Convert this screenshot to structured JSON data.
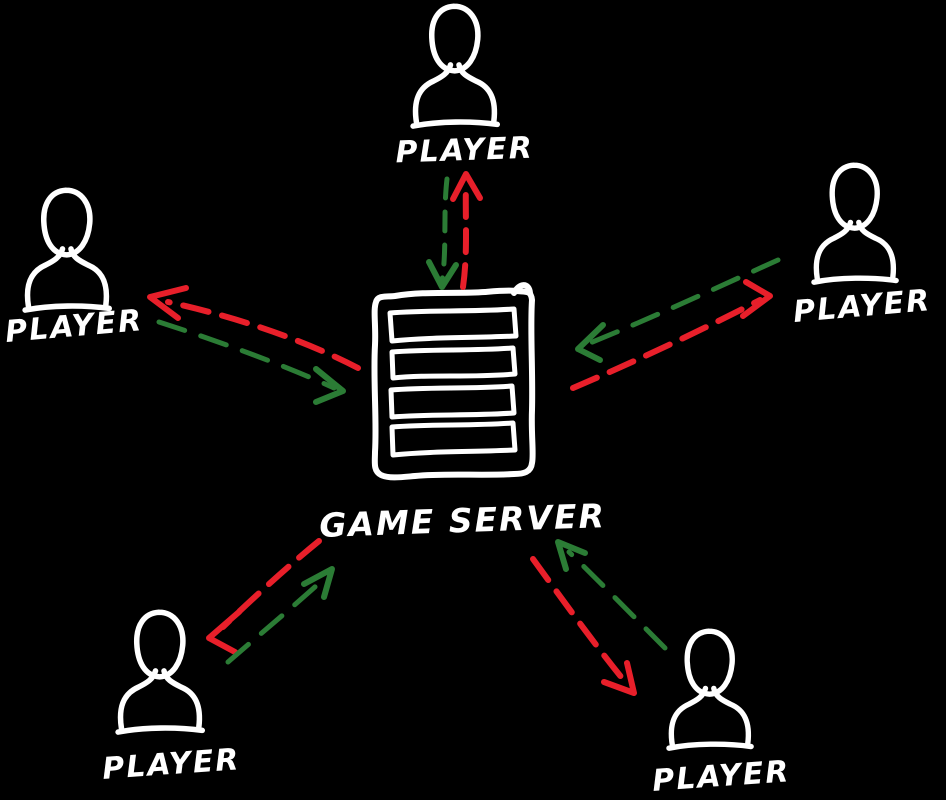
{
  "canvas": {
    "background": "#000000",
    "ink": "#ffffff"
  },
  "colors": {
    "player_to_server": "#2b7c35",
    "server_to_player": "#e81f2a",
    "outline": "#ffffff"
  },
  "server": {
    "label": "GAME SERVER",
    "icon": "server-rack-icon"
  },
  "players": {
    "top": {
      "label": "PLAYER",
      "icon": "person-icon"
    },
    "left": {
      "label": "PLAYER",
      "icon": "person-icon"
    },
    "right": {
      "label": "PLAYER",
      "icon": "person-icon"
    },
    "bottom_left": {
      "label": "PLAYER",
      "icon": "person-icon"
    },
    "bottom_right": {
      "label": "PLAYER",
      "icon": "person-icon"
    }
  },
  "connections": [
    {
      "from": "player-top",
      "to": "game-server",
      "color_key": "player_to_server",
      "style": "dashed-arrow"
    },
    {
      "from": "game-server",
      "to": "player-top",
      "color_key": "server_to_player",
      "style": "dashed-arrow"
    },
    {
      "from": "player-left",
      "to": "game-server",
      "color_key": "player_to_server",
      "style": "dashed-arrow"
    },
    {
      "from": "game-server",
      "to": "player-left",
      "color_key": "server_to_player",
      "style": "dashed-arrow"
    },
    {
      "from": "player-right",
      "to": "game-server",
      "color_key": "player_to_server",
      "style": "dashed-arrow"
    },
    {
      "from": "game-server",
      "to": "player-right",
      "color_key": "server_to_player",
      "style": "dashed-arrow"
    },
    {
      "from": "player-bottom-left",
      "to": "game-server",
      "color_key": "player_to_server",
      "style": "dashed-arrow"
    },
    {
      "from": "game-server",
      "to": "player-bottom-left",
      "color_key": "server_to_player",
      "style": "dashed-arrow"
    },
    {
      "from": "player-bottom-right",
      "to": "game-server",
      "color_key": "player_to_server",
      "style": "dashed-arrow"
    },
    {
      "from": "game-server",
      "to": "player-bottom-right",
      "color_key": "server_to_player",
      "style": "dashed-arrow"
    }
  ]
}
